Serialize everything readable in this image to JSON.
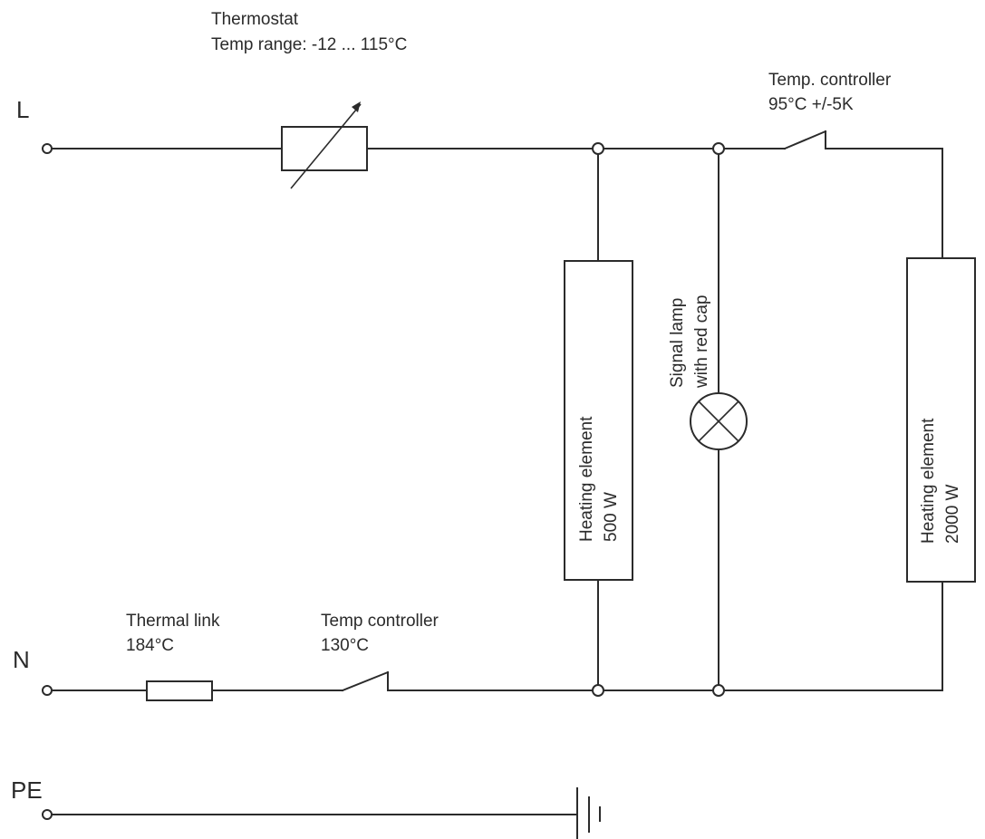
{
  "terminals": {
    "line": "L",
    "neutral": "N",
    "protective_earth": "PE"
  },
  "thermostat": {
    "title": "Thermostat",
    "range": "Temp range: -12 ... 115°C"
  },
  "temp_controller_top": {
    "title": "Temp. controller",
    "setting": "95°C +/-5K"
  },
  "heating_element_500": {
    "name": "Heating element",
    "power": "500 W"
  },
  "signal_lamp": {
    "name": "Signal lamp",
    "detail": "with red cap"
  },
  "heating_element_2000": {
    "name": "Heating element",
    "power": "2000 W"
  },
  "thermal_link": {
    "title": "Thermal link",
    "rating": "184°C"
  },
  "temp_controller_bottom": {
    "title": "Temp controller",
    "rating": "130°C"
  }
}
